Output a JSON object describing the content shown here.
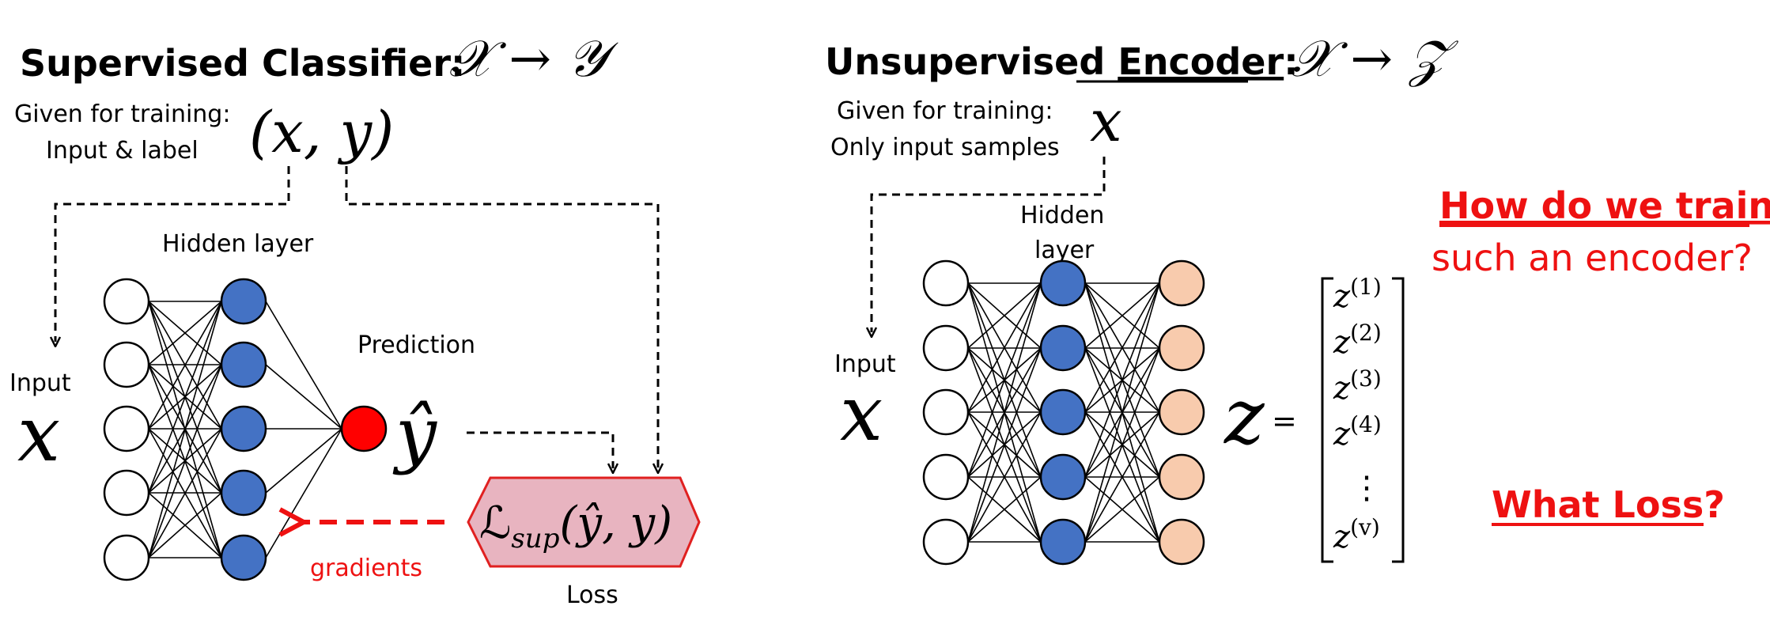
{
  "colors": {
    "hidden_node": "#4472c4",
    "output_node": "#ff0000",
    "encoder_output_node": "#f8cbad",
    "loss_box_fill": "#e8b4c0",
    "loss_box_stroke": "#e02020",
    "accent_red": "#ee1111"
  },
  "left": {
    "title": "Supervised Classifier:",
    "title_math": "𝒳 → 𝒴",
    "given_line1": "Given for training:",
    "given_line2": "Input & label",
    "given_math": "(x, y)",
    "hidden_label": "Hidden layer",
    "input_label": "Input",
    "input_var": "x",
    "prediction_label": "Prediction",
    "prediction_var": "ŷ",
    "loss_expr_main": "ℒ",
    "loss_expr_sub": "sup",
    "loss_expr_args": "(ŷ, y)",
    "loss_label": "Loss",
    "gradients_label": "gradients"
  },
  "right": {
    "title_part1": "Unsupervised ",
    "title_part2": "Encoder",
    "title_part3": ":",
    "title_math": "𝒳 → 𝒵",
    "given_line1": "Given for training:",
    "given_line2": "Only input samples",
    "given_math": "x",
    "hidden_label_line1": "Hidden",
    "hidden_label_line2": "layer",
    "input_label": "Input",
    "input_var": "x",
    "z_var": "z",
    "z_equals": "=",
    "vector": [
      "z",
      "z",
      "z",
      "z",
      "⋮",
      "z"
    ],
    "vector_sup": [
      "(1)",
      "(2)",
      "(3)",
      "(4)",
      "",
      "(v)"
    ],
    "question1_line1": "How do we train",
    "question1_line2": "such an encoder?",
    "question2": "What Loss?"
  }
}
